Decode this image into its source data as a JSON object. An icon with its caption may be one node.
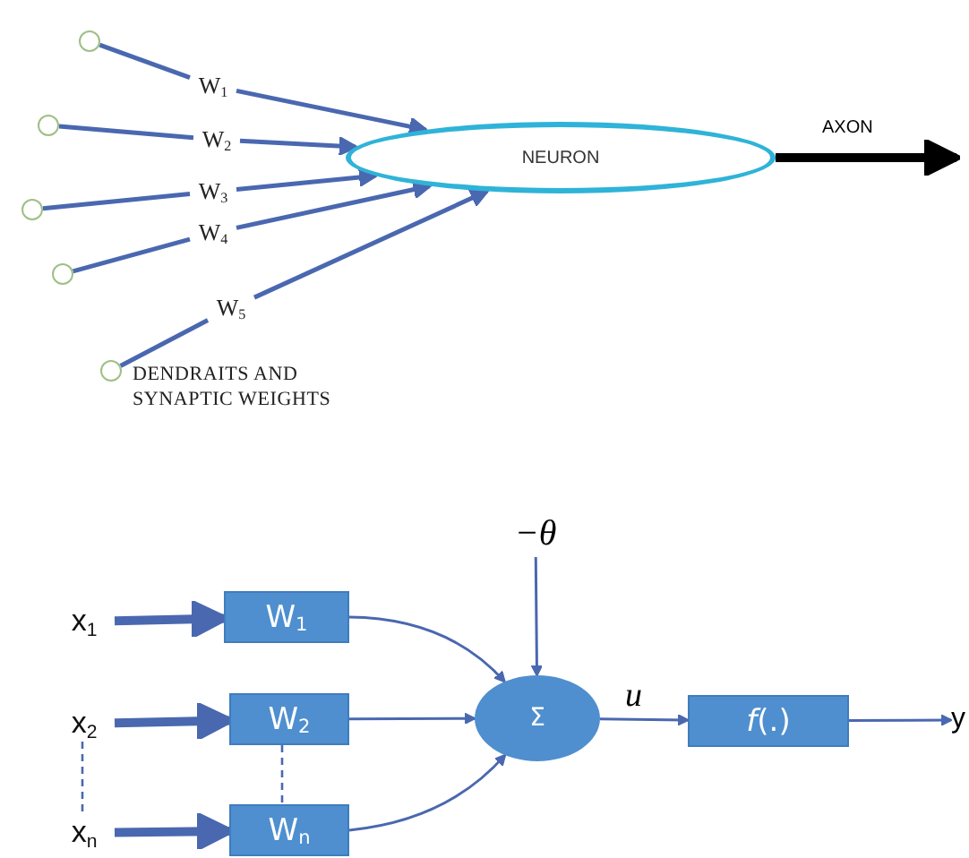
{
  "diagram": {
    "nodes": [
      {
        "text": [
          "NEURON"
        ]
      },
      {
        "text": [],
        "shape": "circle"
      },
      {
        "text": [],
        "shape": "circle"
      },
      {
        "text": [],
        "shape": "circle"
      },
      {
        "text": [],
        "shape": "circle"
      },
      {
        "text": [],
        "shape": "circle"
      },
      {
        "text": [
          "W$_{1}$"
        ]
      },
      {
        "text": [
          "W$_{2}$"
        ]
      },
      {
        "text": [
          "W$_{3}$"
        ]
      },
      {
        "text": [
          "W$_{4}$"
        ]
      },
      {
        "text": [
          "W$_{5}$"
        ]
      },
      {
        "text": [
          "x$_{1}$"
        ]
      },
      {
        "text": [
          "x$_{2}$"
        ]
      },
      {
        "text": [
          "x$_{n}$"
        ]
      },
      {
        "text": [
          "W$_{1}$"
        ]
      },
      {
        "text": [
          "W$_{2}$"
        ]
      },
      {
        "text": [
          "W$_{n}$"
        ]
      },
      {
        "text": [
          "−θ"
        ]
      },
      {
        "text": [
          "Σ"
        ]
      },
      {
        "text": [
          "*f*(.)"
        ]
      },
      {
        "text": [
          "y"
        ]
      }
    ],
    "edges": [
      {
        "from": 1,
        "to": 6,
        "arrow": "none"
      },
      {
        "from": 2,
        "to": 7,
        "arrow": "none"
      },
      {
        "from": 3,
        "to": 8,
        "arrow": "none"
      },
      {
        "from": 4,
        "to": 9,
        "arrow": "none"
      },
      {
        "from": 5,
        "to": 10,
        "arrow": "none"
      },
      {
        "from": 6,
        "to": 0,
        "arrow": "to"
      },
      {
        "from": 7,
        "to": 0,
        "arrow": "to"
      },
      {
        "from": 8,
        "to": 0,
        "arrow": "to"
      },
      {
        "from": 9,
        "to": 0,
        "arrow": "to"
      },
      {
        "from": 10,
        "to": 0,
        "arrow": "to"
      },
      {
        "from": 0,
        "to": null,
        "arrow": "to",
        "label": "AXON",
        "style": "thick",
        "color": "#000000"
      },
      {
        "from": 11,
        "to": 14,
        "arrow": "to",
        "style": "thick"
      },
      {
        "from": 12,
        "to": 15,
        "arrow": "to",
        "style": "thick"
      },
      {
        "from": 13,
        "to": 16,
        "arrow": "to",
        "style": "thick"
      },
      {
        "from": 12,
        "to": 13,
        "arrow": "none",
        "style": "dashed"
      },
      {
        "from": 15,
        "to": 16,
        "arrow": "none",
        "style": "dashed"
      },
      {
        "from": 14,
        "to": 18,
        "arrow": "to"
      },
      {
        "from": 15,
        "to": 18,
        "arrow": "to"
      },
      {
        "from": 16,
        "to": 18,
        "arrow": "to"
      },
      {
        "from": 17,
        "to": 18,
        "arrow": "to"
      },
      {
        "from": 18,
        "to": 19,
        "arrow": "to",
        "label": "u"
      },
      {
        "from": 19,
        "to": 20,
        "arrow": "to"
      }
    ],
    "labels": [
      "DENDRAITS AND SYNAPTIC WEIGHTS"
    ]
  }
}
